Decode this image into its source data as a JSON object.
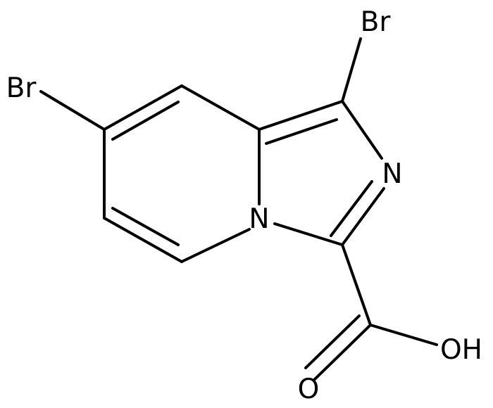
{
  "molecule": {
    "atoms": {
      "br_top": "Br",
      "br_left": "Br",
      "n_ring": "N",
      "n_bridge": "N",
      "oh": "OH",
      "o_carbonyl": "O"
    },
    "colors": {
      "bond": "#000000",
      "label": "#000000",
      "background": "#ffffff"
    }
  }
}
